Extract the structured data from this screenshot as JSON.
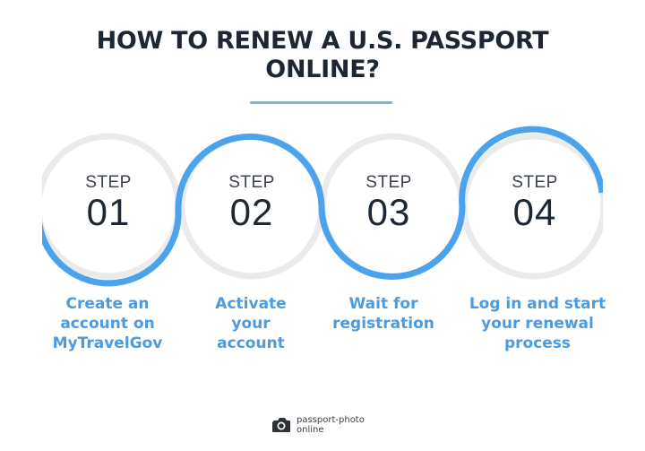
{
  "header": {
    "title_line1": "HOW TO RENEW A U.S. PASSPORT",
    "title_line2": "ONLINE?",
    "underline_color": "#7fb2dd"
  },
  "colors": {
    "accent_blue": "#4aa3ec",
    "circle_gray": "#ebebeb",
    "text_dark": "#1d2733",
    "desc_blue": "#4a9be0"
  },
  "steps": [
    {
      "word": "STEP",
      "number": "01",
      "description_lines": [
        "Create an",
        "account on",
        "MyTravelGov"
      ]
    },
    {
      "word": "STEP",
      "number": "02",
      "description_lines": [
        "Activate",
        "your",
        "account"
      ]
    },
    {
      "word": "STEP",
      "number": "03",
      "description_lines": [
        "Wait for",
        "registration"
      ]
    },
    {
      "word": "STEP",
      "number": "04",
      "description_lines": [
        "Log in and start",
        "your renewal",
        "process"
      ]
    }
  ],
  "footer": {
    "logo_icon": "camera-icon",
    "logo_line1": "passport-photo",
    "logo_line2": "online"
  }
}
